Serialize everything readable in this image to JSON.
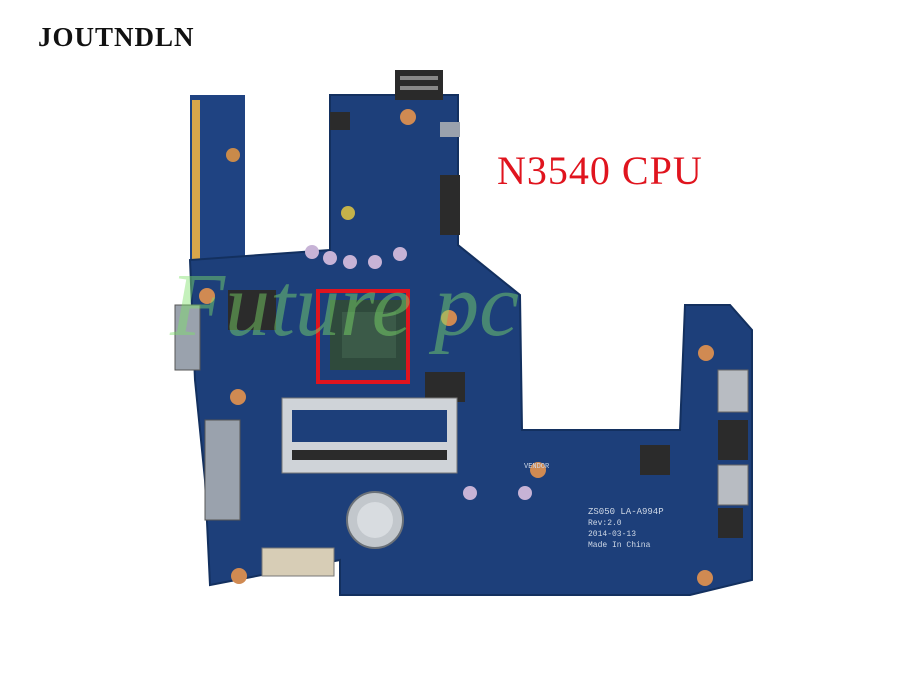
{
  "brand": "JOUTNDLN",
  "cpu_label": "N3540  CPU",
  "watermark": "Future pc",
  "board": {
    "model": "ZS050  LA-A994P",
    "rev": "Rev:2.0",
    "date": "2014-03-13",
    "origin": "Made In China",
    "vendor": "VENDOR"
  },
  "colors": {
    "pcb": "#1d3f7a",
    "highlight": "#e0141e"
  }
}
